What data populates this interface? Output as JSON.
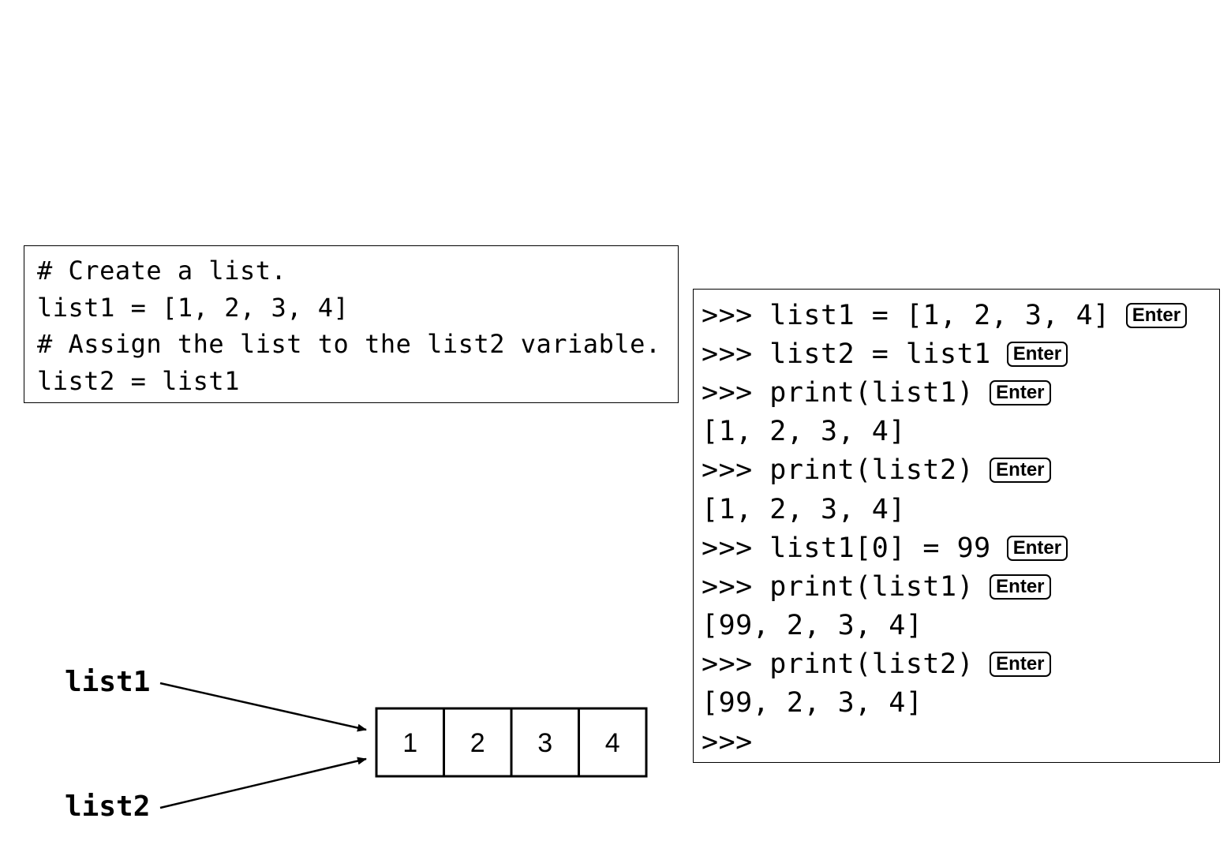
{
  "code_box": {
    "lines": [
      "# Create a list.",
      "list1 = [1, 2, 3, 4]",
      "# Assign the list to the list2 variable.",
      "list2 = list1"
    ]
  },
  "shell": {
    "lines": [
      {
        "text": ">>> list1 = [1, 2, 3, 4]",
        "key": "Enter"
      },
      {
        "text": ">>> list2 = list1",
        "key": "Enter"
      },
      {
        "text": ">>> print(list1)",
        "key": "Enter"
      },
      {
        "text": "[1, 2, 3, 4]",
        "key": ""
      },
      {
        "text": ">>> print(list2)",
        "key": "Enter"
      },
      {
        "text": "[1, 2, 3, 4]",
        "key": ""
      },
      {
        "text": ">>> list1[0] = 99",
        "key": "Enter"
      },
      {
        "text": ">>> print(list1)",
        "key": "Enter"
      },
      {
        "text": "[99, 2, 3, 4]",
        "key": ""
      },
      {
        "text": ">>> print(list2)",
        "key": "Enter"
      },
      {
        "text": "[99, 2, 3, 4]",
        "key": ""
      },
      {
        "text": ">>>",
        "key": ""
      }
    ]
  },
  "diagram": {
    "variables": [
      "list1",
      "list2"
    ],
    "cells": [
      "1",
      "2",
      "3",
      "4"
    ]
  }
}
